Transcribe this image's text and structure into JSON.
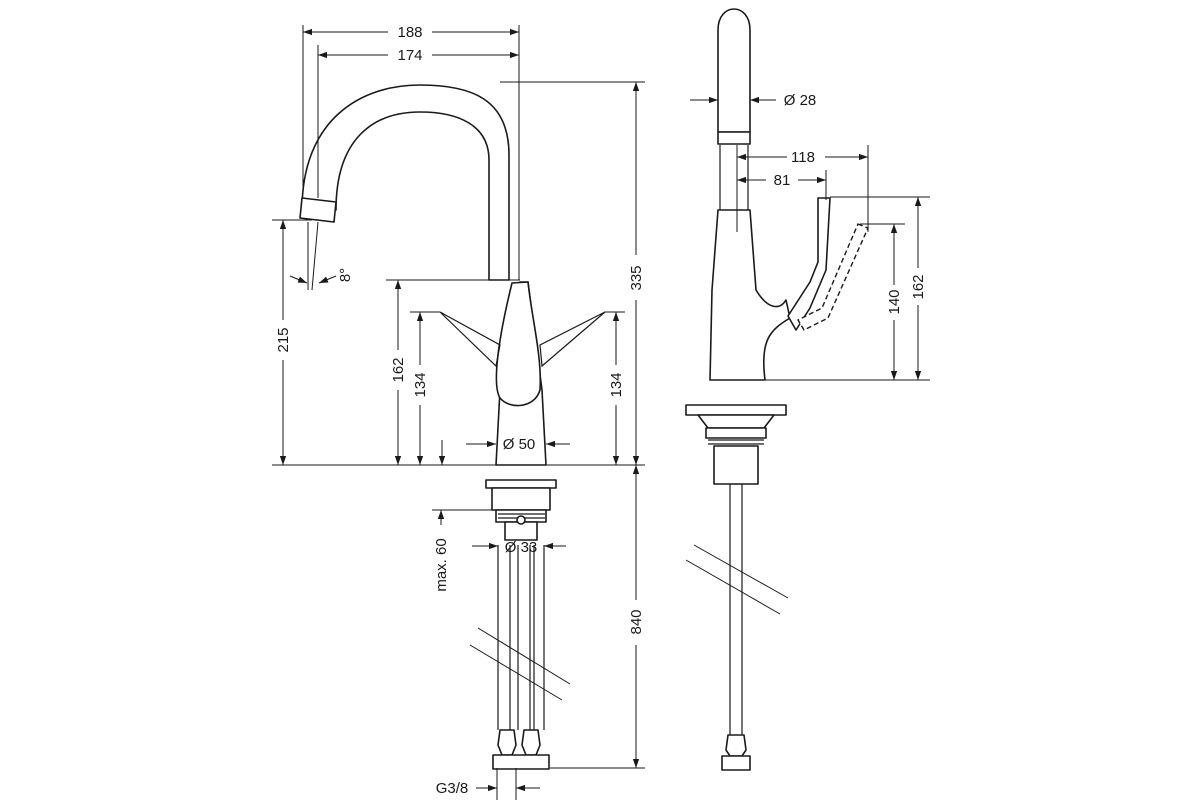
{
  "front_view": {
    "width_188": "188",
    "width_174": "174",
    "height_335": "335",
    "spout_215": "215",
    "angle": "8°",
    "handle_162": "162",
    "handle_134_left": "134",
    "handle_134_right": "134",
    "body_dia": "Ø 50",
    "shank_dia": "Ø 33",
    "max_thickness": "max. 60",
    "hose_length": "840",
    "thread": "G3/8"
  },
  "side_view": {
    "spout_dia": "Ø 28",
    "lever_118": "118",
    "lever_81": "81",
    "lever_140": "140",
    "lever_162": "162"
  }
}
